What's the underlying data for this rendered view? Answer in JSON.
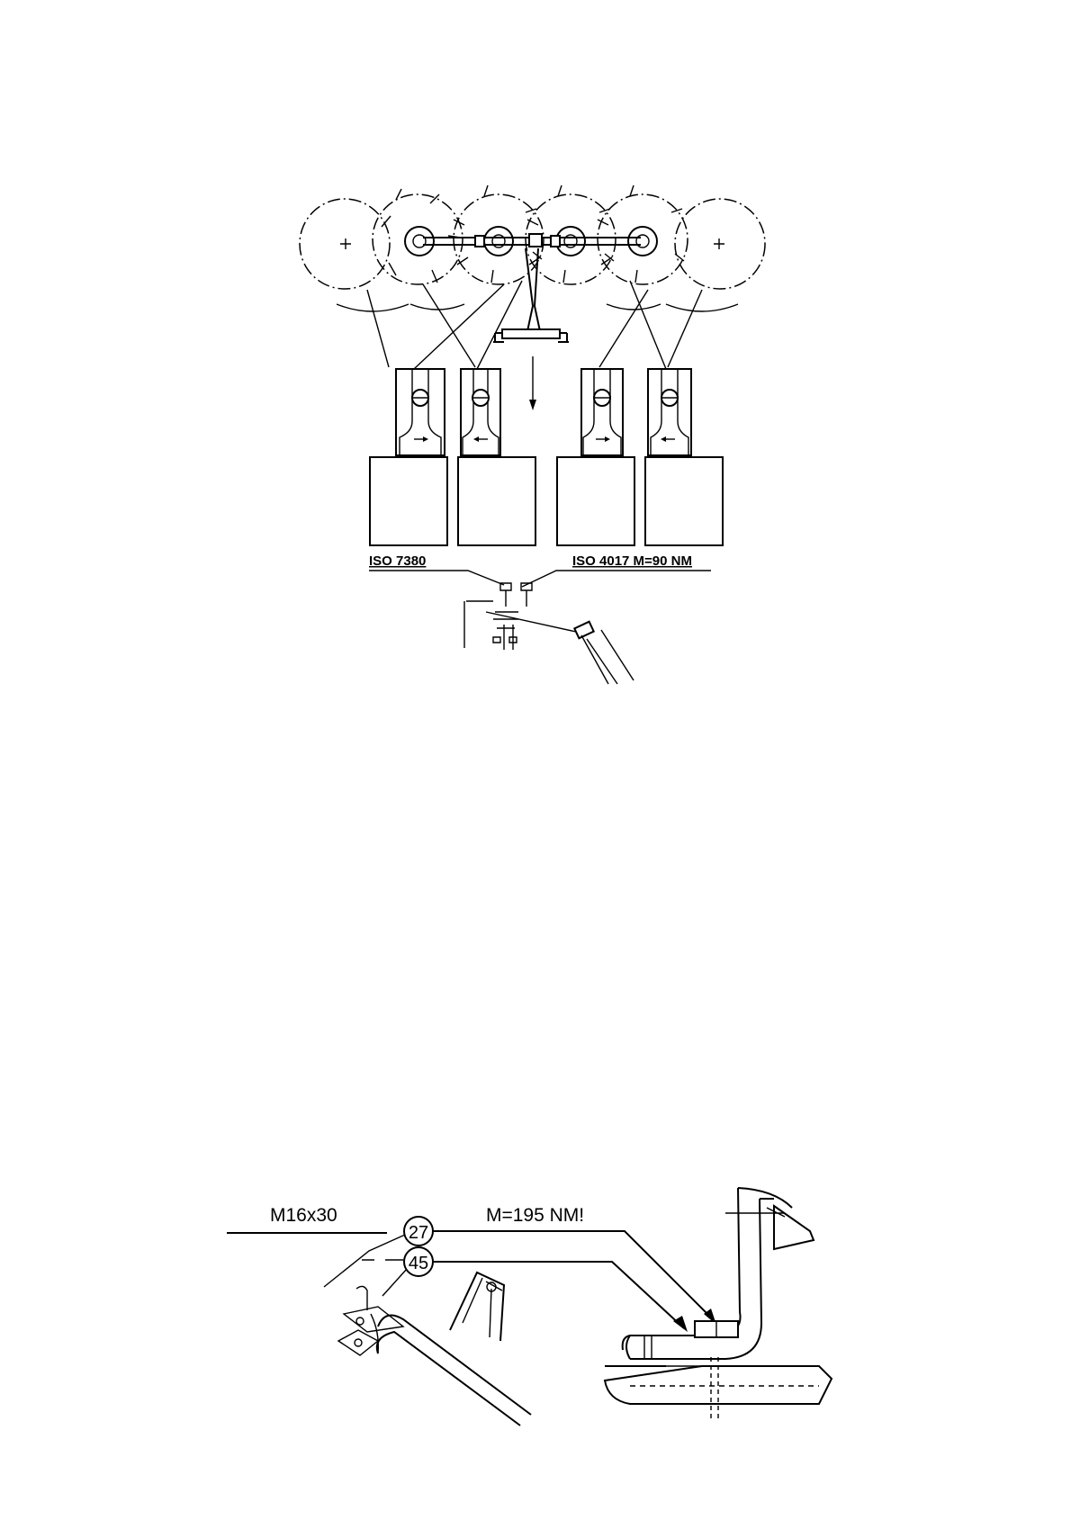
{
  "top_diagram": {
    "labels": {
      "left_part": "ISO 7380",
      "right_part": "ISO 4017  M=90 NM"
    }
  },
  "bottom_diagram": {
    "labels": {
      "bolt": "M16x30",
      "torque": "M=195 NM!",
      "callout_1": "27",
      "callout_2": "45"
    }
  }
}
